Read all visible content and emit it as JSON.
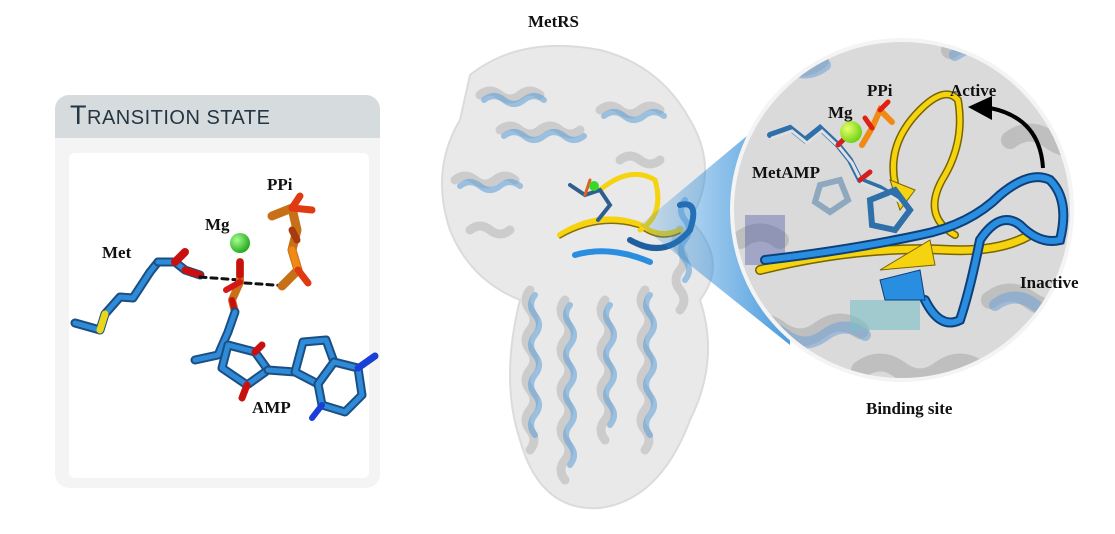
{
  "panel": {
    "title_first": "T",
    "title_rest": "RANSITION STATE"
  },
  "molecule_labels": {
    "ppi": "PPi",
    "mg": "Mg",
    "met": "Met",
    "amp": "AMP"
  },
  "protein": {
    "title": "MetRS"
  },
  "zoom": {
    "ppi": "PPi",
    "mg": "Mg",
    "metamp": "MetAMP",
    "active": "Active",
    "inactive": "Inactive",
    "caption": "Binding site"
  },
  "colors": {
    "carbon_blue": "#2f7fc8",
    "oxygen": "#e0201a",
    "phosphorus": "#f08a14",
    "sulfur": "#f2e11a",
    "nitrogen": "#1a3fd6",
    "magnesium": "#36d12a",
    "active_loop": "#f5d30f",
    "inactive_loop": "#2a8ee0",
    "ghost_protein": "#c9c9c9"
  }
}
